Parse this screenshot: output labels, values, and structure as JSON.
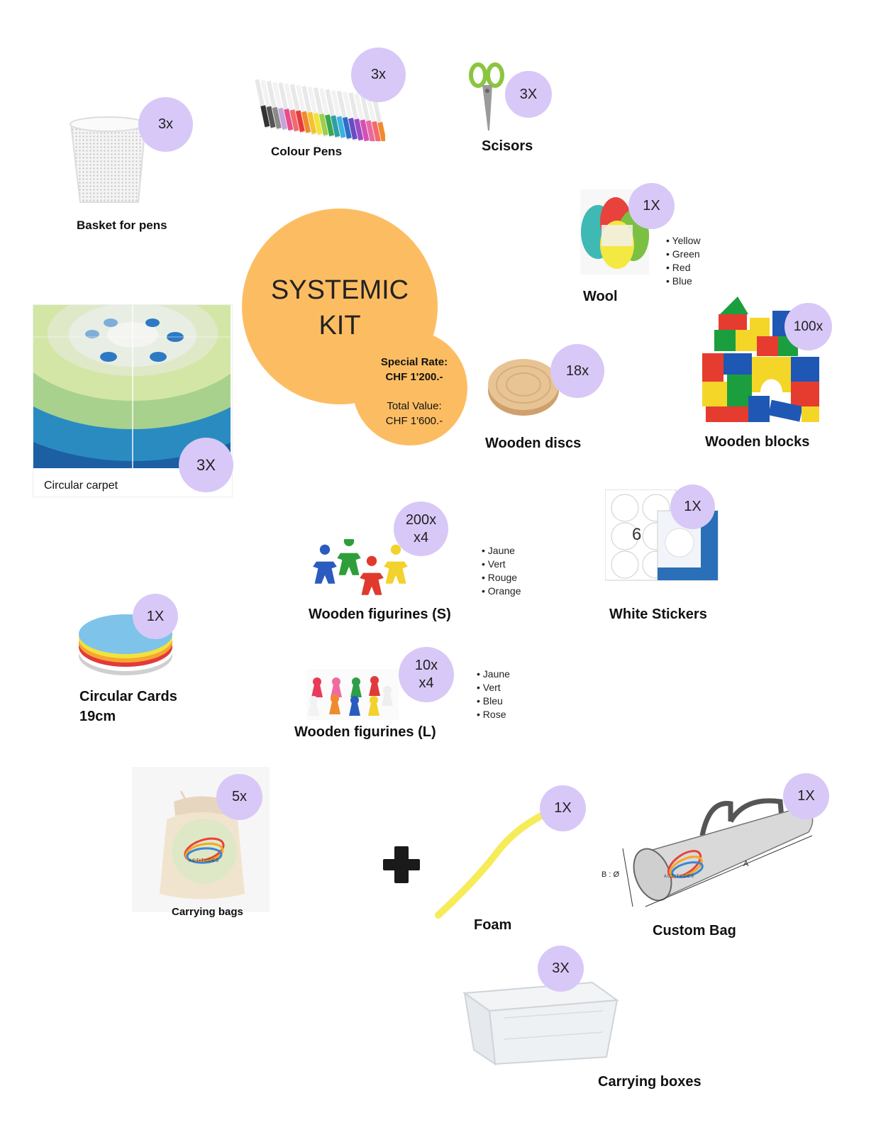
{
  "kit": {
    "title_line1": "SYSTEMIC",
    "title_line2": "KIT",
    "special_rate_label": "Special Rate:",
    "special_rate_value": "CHF 1'200.-",
    "total_value_label": "Total Value:",
    "total_value_value": "CHF 1'600.-"
  },
  "items": {
    "basket": {
      "label": "Basket for pens",
      "qty": "3x"
    },
    "pens": {
      "label": "Colour Pens",
      "qty": "3x"
    },
    "scissors": {
      "label": "Scisors",
      "qty": "3X"
    },
    "wool": {
      "label": "Wool",
      "qty": "1X",
      "colors": [
        "Yellow",
        "Green",
        "Red",
        "Blue"
      ]
    },
    "carpet": {
      "label": "Circular carpet",
      "qty": "3X"
    },
    "discs": {
      "label": "Wooden discs",
      "qty": "18x"
    },
    "blocks": {
      "label": "Wooden blocks",
      "qty": "100x"
    },
    "figurines_s": {
      "label": "Wooden figurines (S)",
      "qty_line1": "200x",
      "qty_line2": "x4",
      "colors": [
        "Jaune",
        "Vert",
        "Rouge",
        "Orange"
      ]
    },
    "stickers": {
      "label": "White Stickers",
      "qty": "1X",
      "sheet_number": "6"
    },
    "cards": {
      "label_line1": "Circular Cards",
      "label_line2": "19cm",
      "qty": "1X"
    },
    "figurines_l": {
      "label": "Wooden figurines (L)",
      "qty_line1": "10x",
      "qty_line2": "x4",
      "colors": [
        "Jaune",
        "Vert",
        "Bleu",
        "Rose"
      ]
    },
    "bags": {
      "label": "Carrying bags",
      "qty": "5x",
      "logo_text": "ACTITUDES"
    },
    "foam": {
      "label": "Foam",
      "qty": "1X"
    },
    "custom_bag": {
      "label": "Custom Bag",
      "qty": "1X",
      "dim_a": "A",
      "dim_b": "B : Ø",
      "logo_text": "ACTITUDES"
    },
    "boxes": {
      "label": "Carrying boxes",
      "qty": "3X"
    }
  },
  "colors": {
    "badge": "#d8c8f7",
    "kit_circle": "#fcbd62"
  }
}
